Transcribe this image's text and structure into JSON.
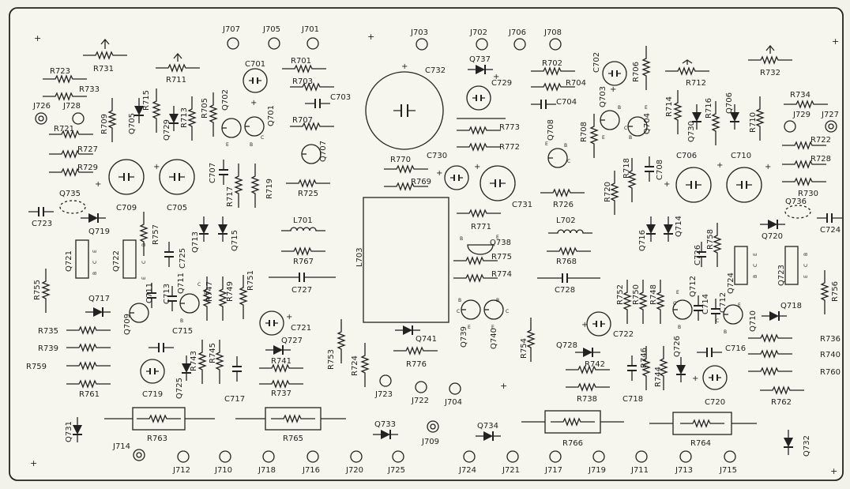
{
  "labels": {
    "R723": "R723",
    "R731": "R731",
    "R733": "R733",
    "R711": "R711",
    "R709": "R709",
    "Q705": "Q705",
    "R715": "R715",
    "Q729": "Q729",
    "R713": "R713",
    "R705": "R705",
    "Q702": "Q702",
    "Q701": "Q701",
    "J707": "J707",
    "J705": "J705",
    "J701": "J701",
    "C701": "C701",
    "R701": "R701",
    "R703": "R703",
    "C703": "C703",
    "R707": "R707",
    "Q707": "Q707",
    "J726": "J726",
    "J728": "J728",
    "R721": "R721",
    "R727": "R727",
    "R729": "R729",
    "Q735": "Q735",
    "C709": "C709",
    "C705": "C705",
    "C723": "C723",
    "Q719": "Q719",
    "C707": "C707",
    "R717": "R717",
    "R719": "R719",
    "R725": "R725",
    "R757": "R757",
    "Q713": "Q713",
    "Q715": "Q715",
    "Q721": "Q721",
    "Q722": "Q722",
    "C725": "C725",
    "L701": "L701",
    "R767": "R767",
    "C727": "C727",
    "R755": "R755",
    "Q717": "Q717",
    "Q709": "Q709",
    "C711": "C711",
    "C713": "C713",
    "Q711": "Q711",
    "R747": "R747",
    "R749": "R749",
    "R751": "R751",
    "C715": "C715",
    "C721": "C721",
    "R735": "R735",
    "R739": "R739",
    "R759": "R759",
    "R761": "R761",
    "R753": "R753",
    "Q727": "Q727",
    "R741": "R741",
    "R737": "R737",
    "C719": "C719",
    "Q725": "Q725",
    "R743": "R743",
    "R745": "R745",
    "C717": "C717",
    "R724": "R724",
    "J723": "J723",
    "J722": "J722",
    "J704": "J704",
    "R763": "R763",
    "R765": "R765",
    "Q731": "Q731",
    "J714": "J714",
    "J712": "J712",
    "J710": "J710",
    "J718": "J718",
    "J716": "J716",
    "J720": "J720",
    "J725": "J725",
    "Q733": "Q733",
    "J709": "J709",
    "Q734": "Q734",
    "J703": "J703",
    "J702": "J702",
    "J706": "J706",
    "J708": "J708",
    "C732": "C732",
    "Q737": "Q737",
    "C729": "C729",
    "R773": "R773",
    "R772": "R772",
    "R770": "R770",
    "R769": "R769",
    "C730": "C730",
    "C731": "C731",
    "L703": "L703",
    "R771": "R771",
    "Q738": "Q738",
    "R775": "R775",
    "R774": "R774",
    "Q739": "Q739",
    "Q740": "Q740",
    "Q741": "Q741",
    "R776": "R776",
    "R754": "R754",
    "R702": "R702",
    "R704": "R704",
    "C704": "C704",
    "C702": "C702",
    "R706": "R706",
    "Q703": "Q703",
    "Q704": "Q704",
    "R708": "R708",
    "Q708": "Q708",
    "R726": "R726",
    "L702": "L702",
    "R768": "R768",
    "C728": "C728",
    "Q728": "Q728",
    "R742": "R742",
    "R738": "R738",
    "C718": "C718",
    "R744": "R744",
    "R746": "R746",
    "Q726": "Q726",
    "C722": "C722",
    "R766": "R766",
    "J724": "J724",
    "J721": "J721",
    "J717": "J717",
    "J719": "J719",
    "J711": "J711",
    "J713": "J713",
    "J715": "J715",
    "R712": "R712",
    "R732": "R732",
    "R714": "R714",
    "Q730": "Q730",
    "R716": "R716",
    "Q706": "Q706",
    "R710": "R710",
    "R734": "R734",
    "J729": "J729",
    "J727": "J727",
    "R722": "R722",
    "R728": "R728",
    "R730": "R730",
    "C706": "C706",
    "C710": "C710",
    "C708": "C708",
    "R720": "R720",
    "R718": "R718",
    "Q736": "Q736",
    "C724": "C724",
    "Q716": "Q716",
    "Q714": "Q714",
    "Q720": "Q720",
    "R758": "R758",
    "C726": "C726",
    "Q724": "Q724",
    "Q723": "Q723",
    "R756": "R756",
    "R752": "R752",
    "R750": "R750",
    "R748": "R748",
    "Q712": "Q712",
    "C714": "C714",
    "C712": "C712",
    "Q710": "Q710",
    "Q718": "Q718",
    "C716": "C716",
    "R736": "R736",
    "R740": "R740",
    "R760": "R760",
    "R762": "R762",
    "C720": "C720",
    "R764": "R764",
    "Q732": "Q732"
  },
  "pins": {
    "B": "B",
    "C": "C",
    "E": "E"
  },
  "marks": {
    "plus": "+"
  },
  "colors": {
    "ink": "#222222",
    "board": "#f2f2ea"
  }
}
